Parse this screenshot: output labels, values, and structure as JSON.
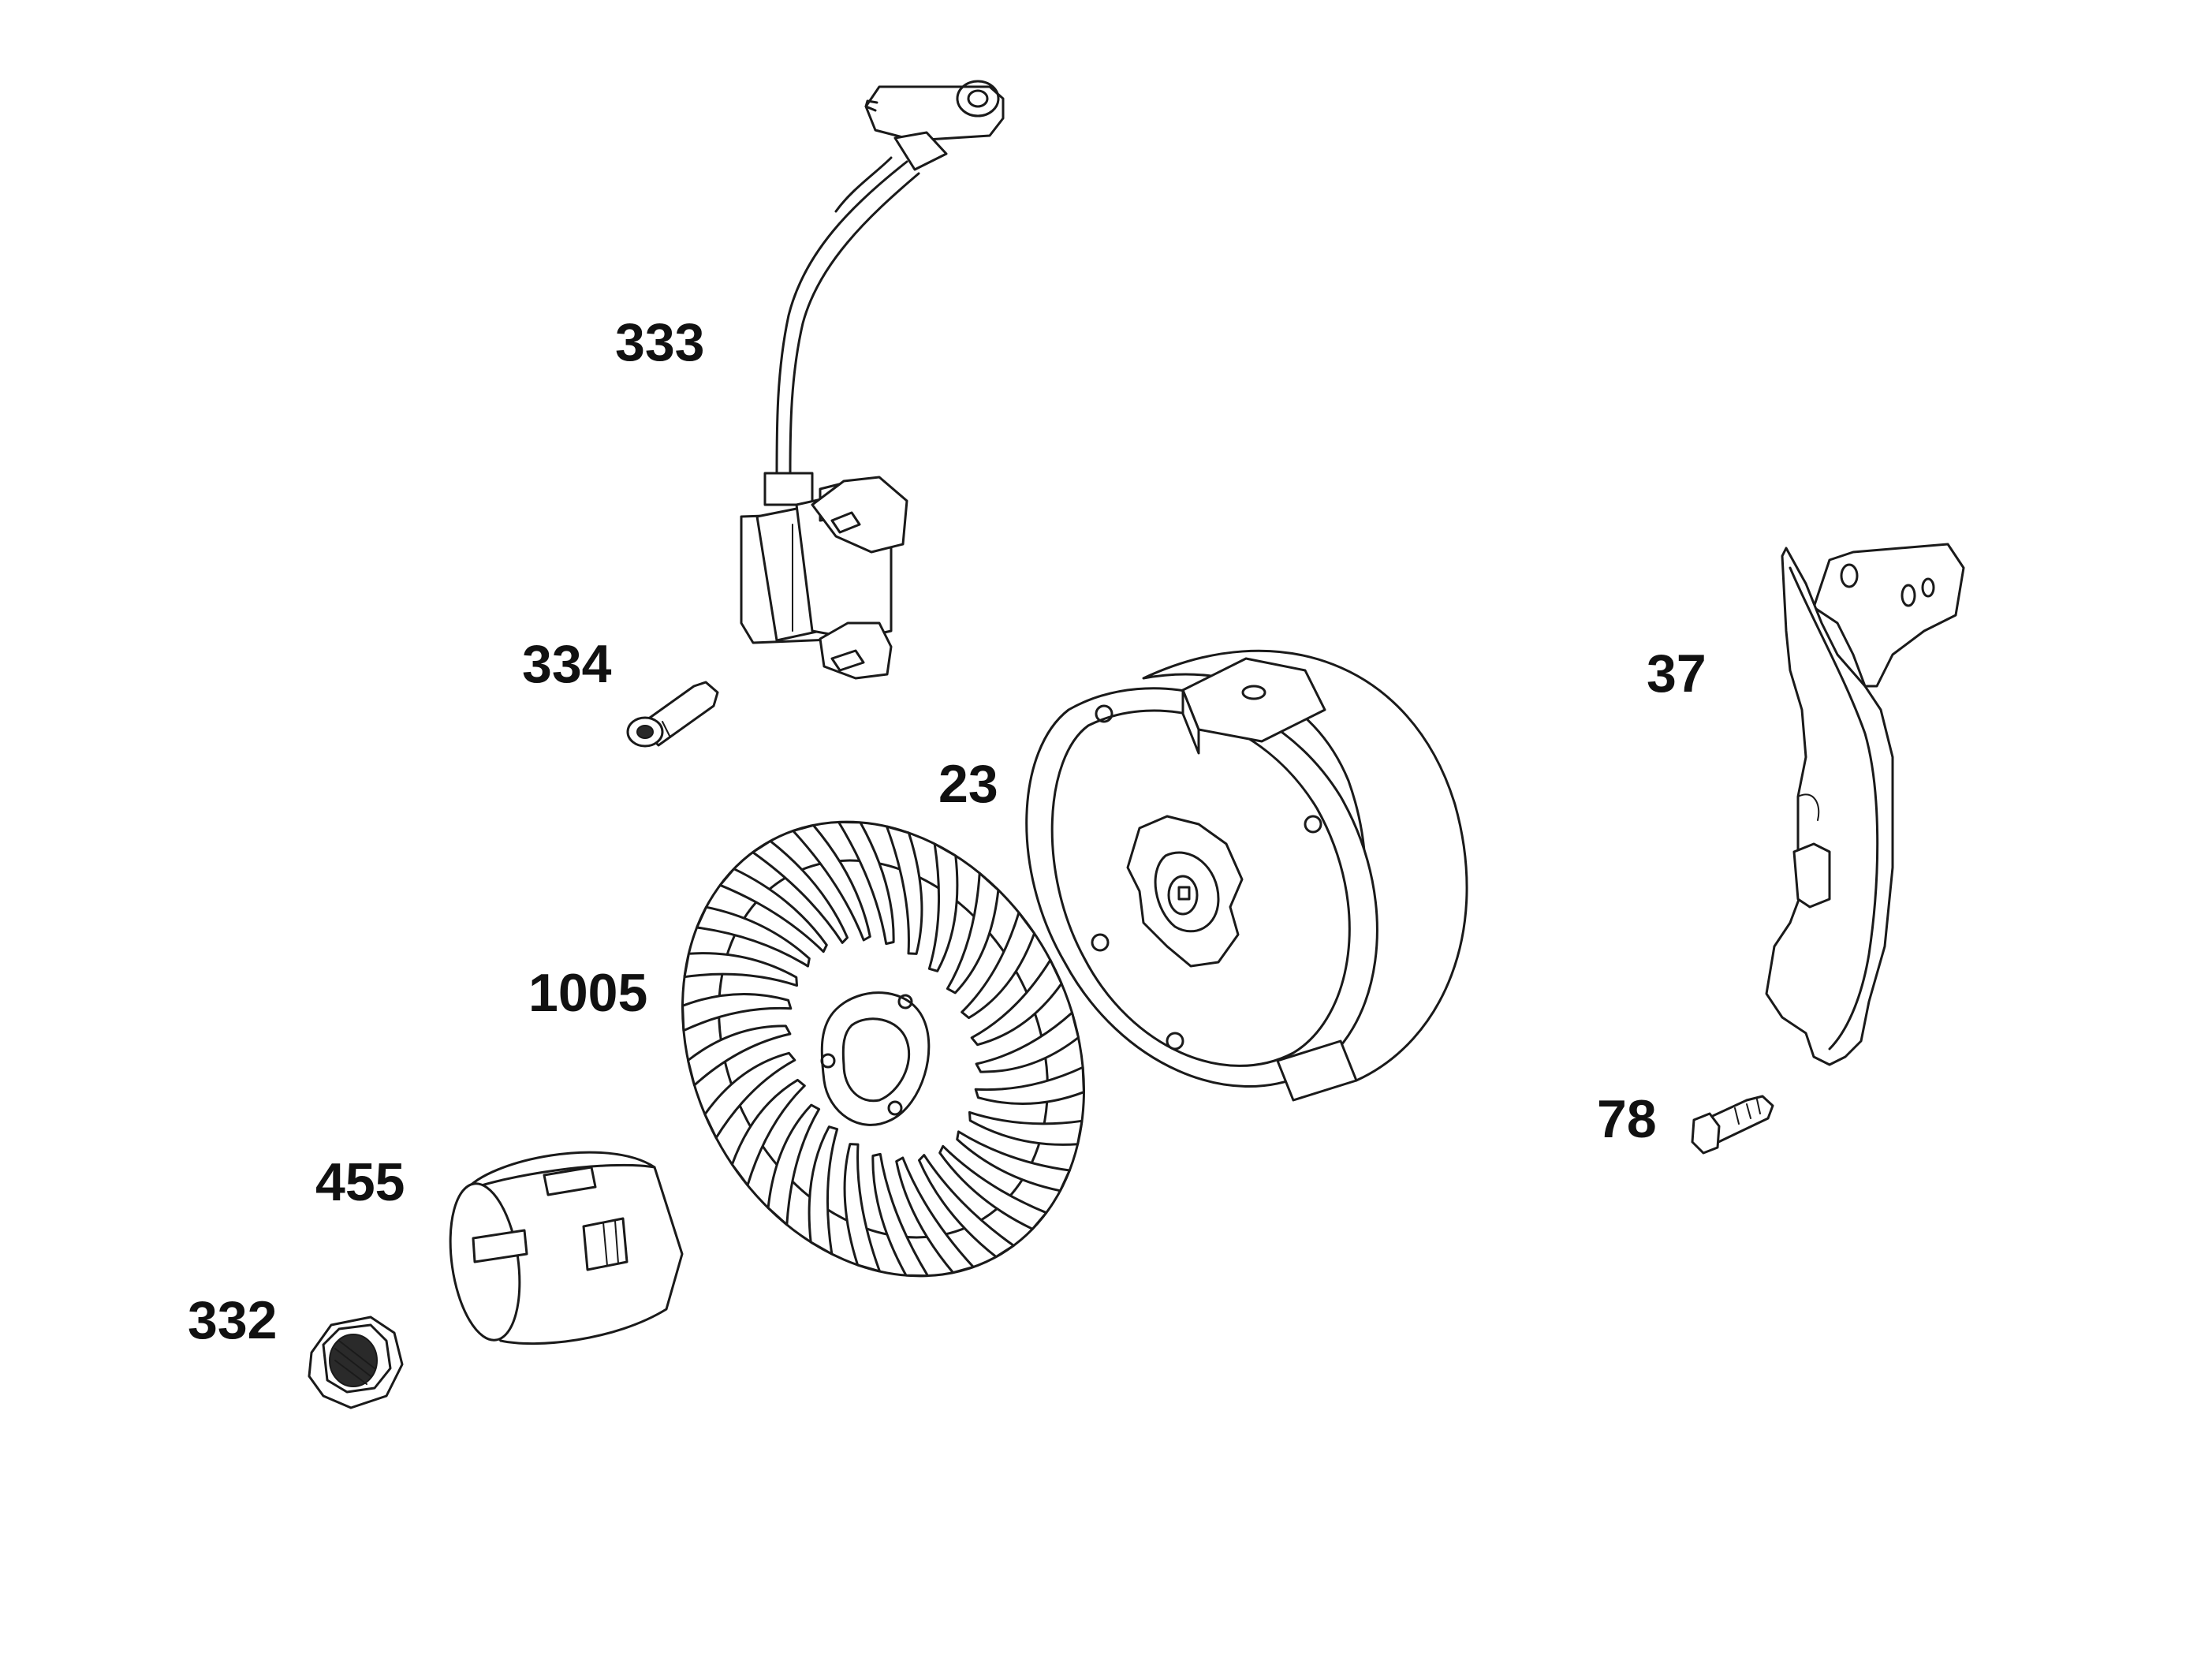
{
  "parts": {
    "p333": {
      "label": "333",
      "icon": "ignition-coil-icon"
    },
    "p334": {
      "label": "334",
      "icon": "screw-icon"
    },
    "p23": {
      "label": "23",
      "icon": "flywheel-icon"
    },
    "p37": {
      "label": "37",
      "icon": "bracket-icon"
    },
    "p1005": {
      "label": "1005",
      "icon": "fan-impeller-icon"
    },
    "p78": {
      "label": "78",
      "icon": "bolt-icon"
    },
    "p455": {
      "label": "455",
      "icon": "cup-sleeve-icon"
    },
    "p332": {
      "label": "332",
      "icon": "flange-nut-icon"
    }
  },
  "colors": {
    "line": "#1a1a1a",
    "label": "#111111",
    "background": "#ffffff"
  }
}
